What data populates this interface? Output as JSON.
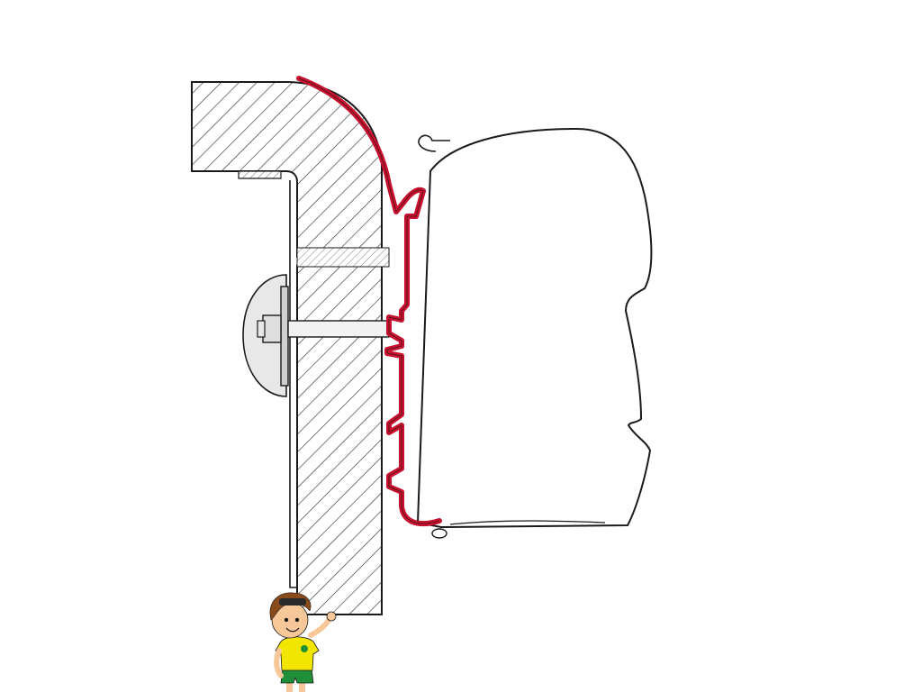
{
  "diagram": {
    "colors": {
      "background": "#ffffff",
      "outline": "#1a1a1a",
      "hatch": "#333333",
      "adapter_rail": "#c8102e",
      "bracket_fill": "#e8e8e8",
      "mascot_shirt": "#f2e600",
      "mascot_shorts": "#1f8f3a",
      "mascot_hair": "#8a4b1c",
      "mascot_skin": "#f7c79a"
    },
    "parts": {
      "wall": "hatched-wall-section",
      "rail": "red-adapter-rail",
      "awning": "awning-cassette-profile",
      "bracket": "mounting-bracket-with-bolt",
      "mascot": "cartoon-boy-mascot"
    }
  }
}
